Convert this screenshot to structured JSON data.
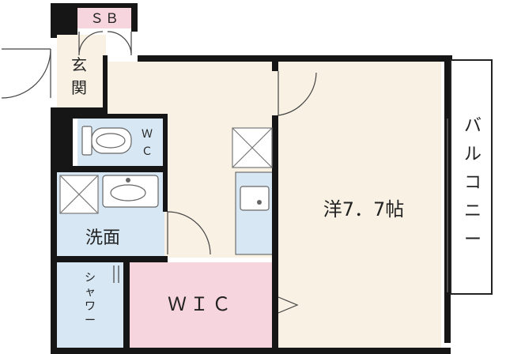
{
  "rooms": {
    "sb": "ＳＢ",
    "entrance": [
      "玄",
      "関"
    ],
    "wc": [
      "Ｗ",
      "Ｃ"
    ],
    "washroom": "洗面",
    "shower": [
      "シ",
      "ャ",
      "ワ",
      "ー"
    ],
    "wic": "ＷＩＣ",
    "western": "洋7．7帖",
    "balcony": [
      "バ",
      "ル",
      "コ",
      "ニ",
      "ー"
    ]
  },
  "colors": {
    "living_floor": "#f8f1e4",
    "wet_area": "#d7e8f4",
    "closet": "#f6d5de",
    "wall": "#161616"
  }
}
